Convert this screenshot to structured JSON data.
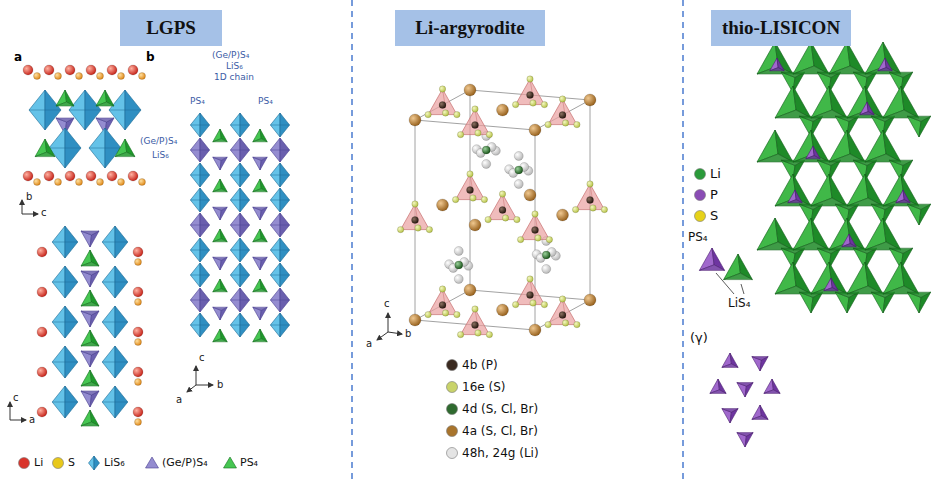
{
  "diagram": {
    "nodes": [
      {
        "text": [
          "LGPS"
        ]
      },
      {
        "text": [
          "Li-argyrodite"
        ]
      },
      {
        "text": [
          "thio-LISICON"
        ]
      }
    ],
    "labels": [
      "a",
      "b",
      "b",
      "c",
      "c",
      "a",
      "(Ge/P)S₄",
      "LiS₆",
      "1D chain",
      "PS₄",
      "PS₄",
      "(Ge/P)S₄",
      "LiS₆",
      "c",
      "a",
      "b",
      "c",
      "a",
      "b",
      "PS₄",
      "LiS₄",
      "(γ)"
    ],
    "legend": [
      {
        "text": "Li",
        "color": "#d9342b"
      },
      {
        "text": "S",
        "color": "#e8c81a"
      },
      {
        "text": "LiS₆"
      },
      {
        "text": "(Ge/P)S₄"
      },
      {
        "text": "PS₄"
      },
      {
        "text": "4b (P)",
        "color": "#3b2a20"
      },
      {
        "text": "16e (S)",
        "color": "#c9d36a"
      },
      {
        "text": "4d (S, Cl, Br)",
        "color": "#2f6a2f"
      },
      {
        "text": "4a (S, Cl, Br)",
        "color": "#a8742c"
      },
      {
        "text": "48h, 24g (Li)",
        "color": "#e4e4e4"
      },
      {
        "text": "Li",
        "color": "#2a9a3a"
      },
      {
        "text": "P",
        "color": "#8a4cb5"
      },
      {
        "text": "S",
        "color": "#e6d21a"
      }
    ]
  }
}
